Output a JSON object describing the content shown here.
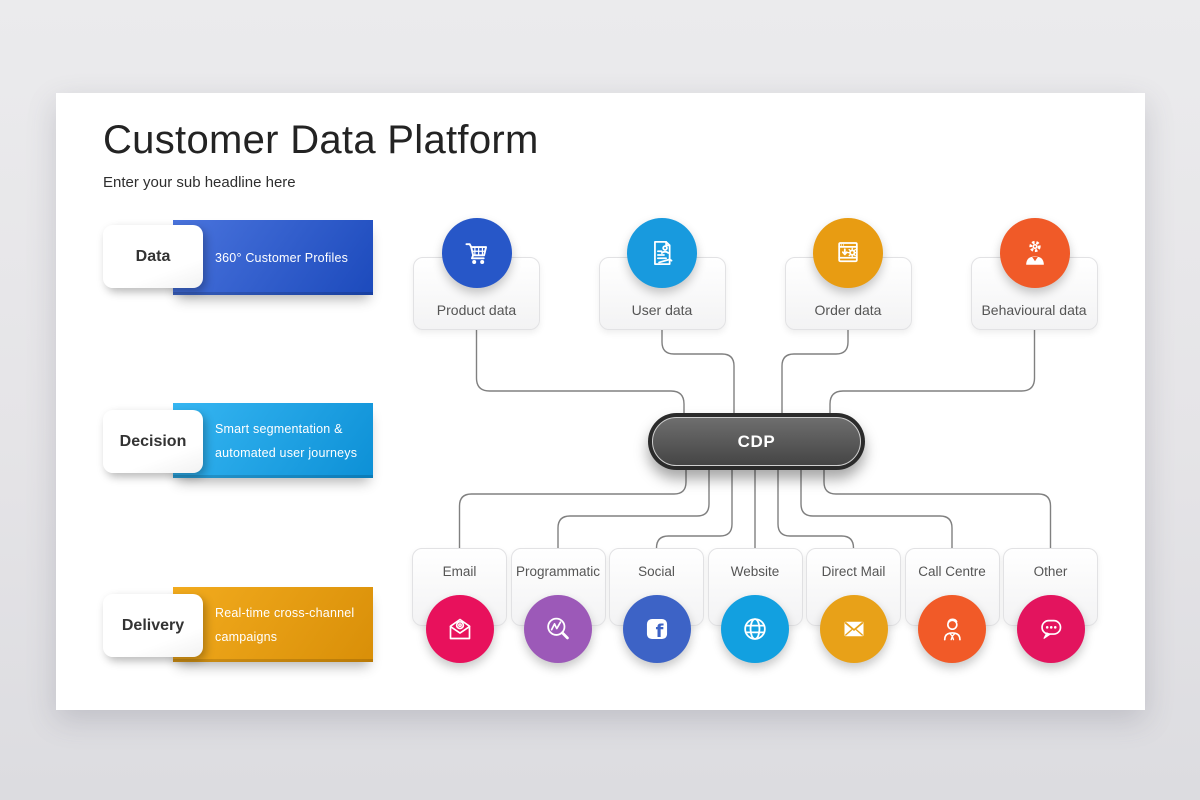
{
  "header": {
    "title": "Customer Data Platform",
    "subtitle": "Enter your sub headline here"
  },
  "stages": [
    {
      "label": "Data",
      "description": "360° Customer Profiles",
      "color_from": "#4a74dd",
      "color_to": "#1c4abc"
    },
    {
      "label": "Decision",
      "description": "Smart segmentation & automated user journeys",
      "color_from": "#36b6f2",
      "color_to": "#0d90d6"
    },
    {
      "label": "Delivery",
      "description": "Real-time cross-channel campaigns",
      "color_from": "#f2ab1e",
      "color_to": "#d98f08"
    }
  ],
  "sources": [
    {
      "label": "Product data",
      "icon": "shopping-cart-icon",
      "color": "#2757c8"
    },
    {
      "label": "User data",
      "icon": "user-document-icon",
      "color": "#189ade"
    },
    {
      "label": "Order data",
      "icon": "order-download-icon",
      "color": "#e89c12"
    },
    {
      "label": "Behavioural data",
      "icon": "user-gear-icon",
      "color": "#f05a28"
    }
  ],
  "hub": {
    "label": "CDP"
  },
  "channels": [
    {
      "label": "Email",
      "icon": "open-email-icon",
      "color": "#e8115c"
    },
    {
      "label": "Programmatic",
      "icon": "chart-magnifier-icon",
      "color": "#9c59b8"
    },
    {
      "label": "Social",
      "icon": "facebook-icon",
      "color": "#3d63c6",
      "icon_letter": "f"
    },
    {
      "label": "Website",
      "icon": "globe-icon",
      "color": "#12a0e0"
    },
    {
      "label": "Direct Mail",
      "icon": "envelope-icon",
      "color": "#e8a118"
    },
    {
      "label": "Call Centre",
      "icon": "call-agent-icon",
      "color": "#f15a28"
    },
    {
      "label": "Other",
      "icon": "chat-bubble-icon",
      "color": "#e3145e"
    }
  ],
  "diagram": {
    "connector_color": "#808080"
  }
}
